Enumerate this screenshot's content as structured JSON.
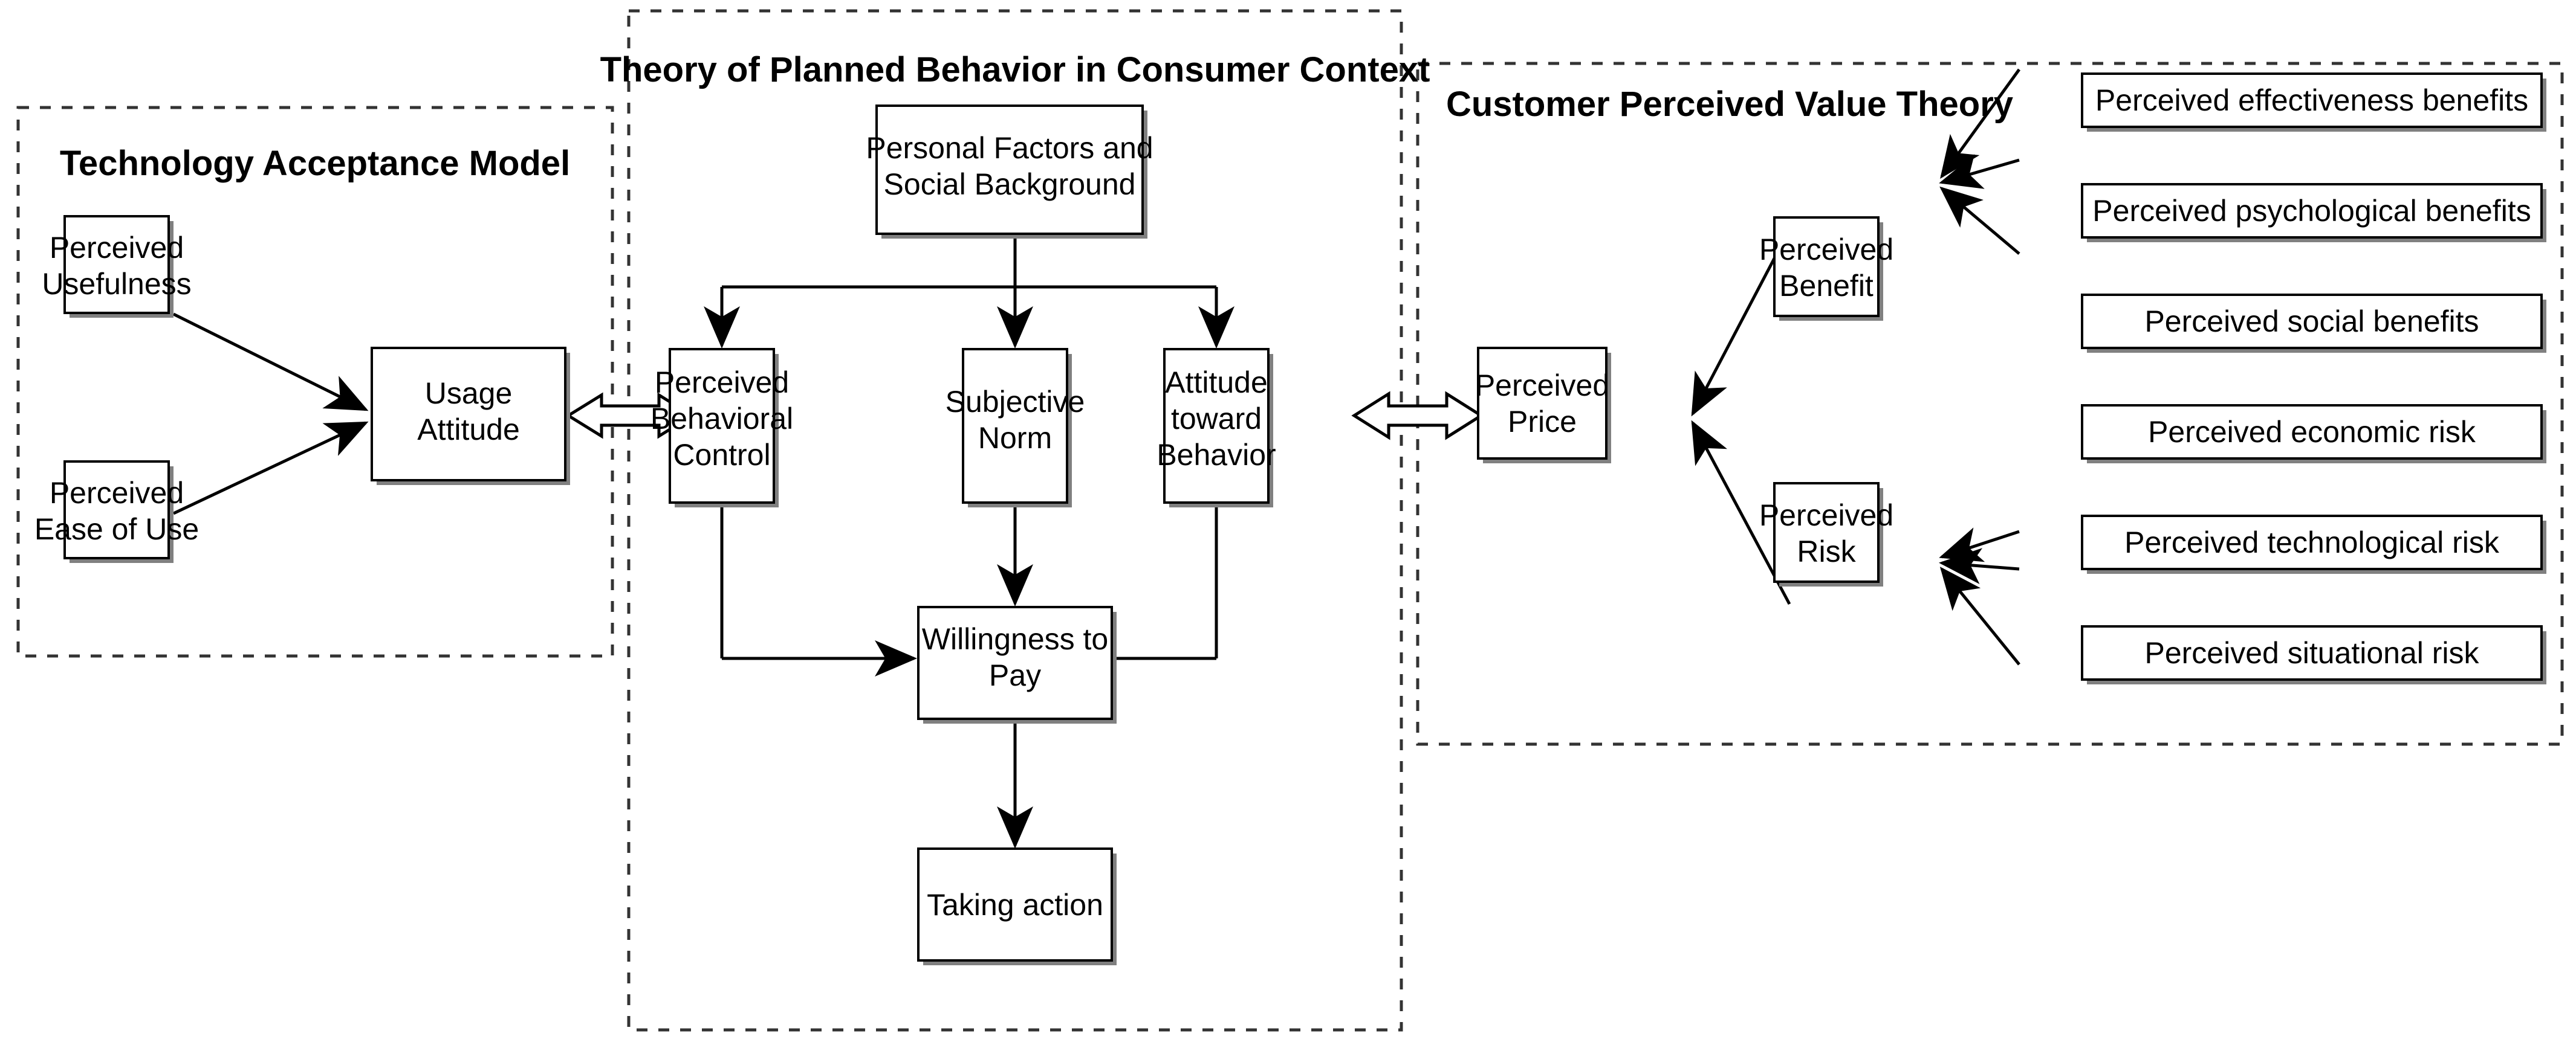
{
  "diagram": {
    "title_tam": "Technology Acceptance Model",
    "title_tpb": "Theory of Planned Behavior in Consumer Context",
    "title_cpv": "Customer Perceived Value Theory",
    "nodes": {
      "perceived_usefulness_l1": "Perceived",
      "perceived_usefulness_l2": "Usefulness",
      "perceived_ease_l1": "Perceived",
      "perceived_ease_l2": "Ease of Use",
      "usage_attitude_l1": "Usage",
      "usage_attitude_l2": "Attitude",
      "personal_factors_l1": "Personal Factors and",
      "personal_factors_l2": "Social Background",
      "pbc_l1": "Perceived",
      "pbc_l2": "Behavioral",
      "pbc_l3": "Control",
      "subjective_norm_l1": "Subjective",
      "subjective_norm_l2": "Norm",
      "attitude_behavior_l1": "Attitude",
      "attitude_behavior_l2": "toward",
      "attitude_behavior_l3": "Behavior",
      "willingness_l1": "Willingness to",
      "willingness_l2": "Pay",
      "taking_action": "Taking action",
      "perceived_price_l1": "Perceived",
      "perceived_price_l2": "Price",
      "perceived_benefit_l1": "Perceived",
      "perceived_benefit_l2": "Benefit",
      "perceived_risk_l1": "Perceived",
      "perceived_risk_l2": "Risk",
      "benefit_1": "Perceived effectiveness benefits",
      "benefit_2": "Perceived psychological benefits",
      "benefit_3": "Perceived social benefits",
      "risk_1": "Perceived economic risk",
      "risk_2": "Perceived technological risk",
      "risk_3": "Perceived situational risk"
    },
    "colors": {
      "stroke": "#000000",
      "group_border": "#333333",
      "box_fill": "#ffffff",
      "shadow": "#808080",
      "background": "#ffffff"
    }
  }
}
